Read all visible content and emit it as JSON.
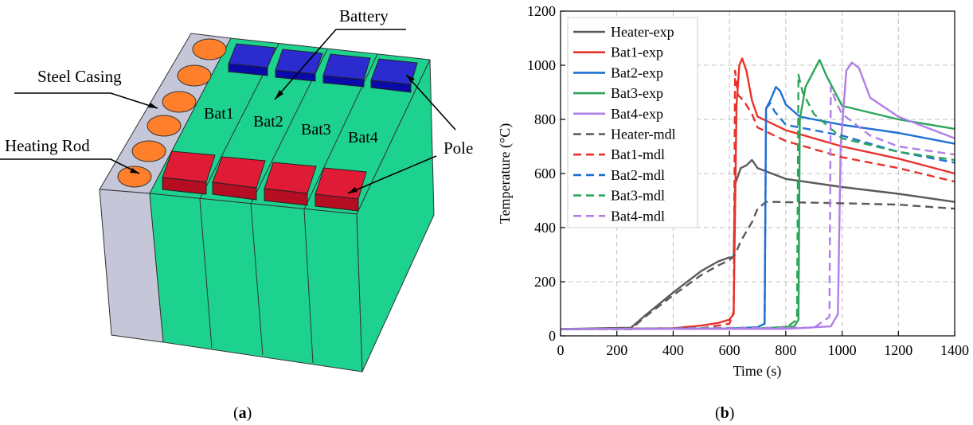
{
  "diagram": {
    "labels": {
      "battery": "Battery",
      "steel_casing": "Steel Casing",
      "heating_rod": "Heating Rod",
      "pole": "Pole",
      "bat1": "Bat1",
      "bat2": "Bat2",
      "bat3": "Bat3",
      "bat4": "Bat4"
    },
    "colors": {
      "casing": "#c5c6d8",
      "battery": "#1dd28f",
      "heating_rod": "#ff7f2a",
      "pole_top": "#0a0aa8",
      "pole_bottom": "#d1112a"
    }
  },
  "captions": {
    "a_open": "(",
    "a_letter": "a",
    "a_close": ")",
    "b_open": "(",
    "b_letter": "b",
    "b_close": ")"
  },
  "chart_data": {
    "type": "line",
    "xlabel": "Time (s)",
    "ylabel": "Temperature (°C)",
    "xlim": [
      0,
      1400
    ],
    "ylim": [
      0,
      1200
    ],
    "xticks": [
      0,
      200,
      400,
      600,
      800,
      1000,
      1200,
      1400
    ],
    "yticks": [
      0,
      200,
      400,
      600,
      800,
      1000,
      1200
    ],
    "grid": true,
    "legend_position": "top-left",
    "series": [
      {
        "name": "Heater-exp",
        "color": "#5a5a5a",
        "dash": "solid",
        "x": [
          0,
          250,
          300,
          400,
          500,
          560,
          600,
          615,
          620,
          640,
          660,
          680,
          700,
          800,
          1000,
          1200,
          1400
        ],
        "y": [
          25,
          30,
          75,
          160,
          240,
          275,
          290,
          290,
          560,
          620,
          630,
          650,
          620,
          580,
          550,
          525,
          495
        ]
      },
      {
        "name": "Bat1-exp",
        "color": "#e8322b",
        "dash": "solid",
        "x": [
          0,
          400,
          500,
          560,
          600,
          615,
          625,
          635,
          645,
          660,
          680,
          700,
          800,
          1000,
          1200,
          1400
        ],
        "y": [
          25,
          28,
          38,
          48,
          60,
          80,
          850,
          1000,
          1025,
          980,
          870,
          810,
          760,
          700,
          655,
          600
        ]
      },
      {
        "name": "Bat2-exp",
        "color": "#1f6fd4",
        "dash": "solid",
        "x": [
          0,
          600,
          700,
          725,
          730,
          745,
          765,
          780,
          800,
          850,
          1000,
          1200,
          1400
        ],
        "y": [
          25,
          27,
          32,
          45,
          840,
          870,
          920,
          905,
          855,
          810,
          780,
          750,
          710
        ]
      },
      {
        "name": "Bat3-exp",
        "color": "#2ca55a",
        "dash": "solid",
        "x": [
          0,
          700,
          830,
          845,
          850,
          870,
          890,
          920,
          945,
          1000,
          1200,
          1400
        ],
        "y": [
          25,
          27,
          35,
          60,
          800,
          920,
          960,
          1020,
          960,
          850,
          800,
          765
        ]
      },
      {
        "name": "Bat4-exp",
        "color": "#b07ee6",
        "dash": "solid",
        "x": [
          0,
          800,
          960,
          985,
          995,
          1015,
          1035,
          1060,
          1100,
          1200,
          1400
        ],
        "y": [
          25,
          26,
          35,
          80,
          700,
          980,
          1010,
          990,
          880,
          810,
          730
        ]
      },
      {
        "name": "Heater-mdl",
        "color": "#5a5a5a",
        "dash": "dashed",
        "x": [
          0,
          250,
          300,
          400,
          500,
          560,
          600,
          620,
          640,
          680,
          700,
          730,
          760,
          1000,
          1200,
          1400
        ],
        "y": [
          25,
          25,
          70,
          150,
          225,
          260,
          280,
          300,
          350,
          420,
          470,
          495,
          495,
          490,
          485,
          470
        ]
      },
      {
        "name": "Bat1-mdl",
        "color": "#e8322b",
        "dash": "dashed",
        "x": [
          0,
          500,
          600,
          615,
          620,
          630,
          650,
          680,
          700,
          800,
          1000,
          1200,
          1400
        ],
        "y": [
          25,
          28,
          45,
          90,
          980,
          890,
          870,
          820,
          770,
          720,
          660,
          620,
          570
        ]
      },
      {
        "name": "Bat2-mdl",
        "color": "#1f6fd4",
        "dash": "dashed",
        "x": [
          0,
          700,
          725,
          730,
          745,
          760,
          800,
          1000,
          1200,
          1400
        ],
        "y": [
          25,
          30,
          45,
          840,
          860,
          830,
          780,
          740,
          680,
          640
        ]
      },
      {
        "name": "Bat3-mdl",
        "color": "#2ca55a",
        "dash": "dashed",
        "x": [
          0,
          800,
          840,
          845,
          860,
          900,
          1000,
          1200,
          1400
        ],
        "y": [
          25,
          30,
          60,
          965,
          900,
          820,
          730,
          680,
          650
        ]
      },
      {
        "name": "Bat4-mdl",
        "color": "#b07ee6",
        "dash": "dashed",
        "x": [
          0,
          900,
          955,
          960,
          980,
          1000,
          1100,
          1200,
          1400
        ],
        "y": [
          25,
          30,
          70,
          920,
          860,
          820,
          740,
          700,
          670
        ]
      }
    ]
  }
}
